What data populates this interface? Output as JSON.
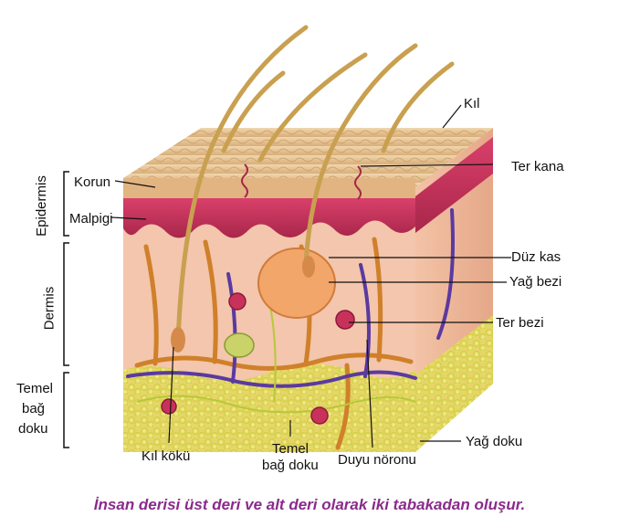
{
  "diagram": {
    "labels_right": {
      "hair": "Kıl",
      "sweat_duct": "Ter kana",
      "smooth_muscle": "Düz kas",
      "sebaceous_gland": "Yağ bezi",
      "sweat_gland": "Ter bezi",
      "fat_tissue": "Yağ doku"
    },
    "labels_left": {
      "stratum_corneum": "Korun",
      "malpighian": "Malpigi",
      "epidermis": "Epidermis",
      "dermis": "Dermis",
      "subcutis_line1": "Temel",
      "subcutis_line2": "bağ",
      "subcutis_line3": "doku"
    },
    "labels_bottom": {
      "hair_root": "Kıl kökü",
      "connective_line1": "Temel",
      "connective_line2": "bağ doku",
      "sensory_neuron": "Duyu nöronu"
    },
    "colors": {
      "epidermis_top": "#e9c79a",
      "malpighi": "#c8325a",
      "dermis": "#f2c2a8",
      "fat": "#e8e45a",
      "nerve": "#5a3aa0",
      "vessel": "#d0802a",
      "caption": "#8a2a8c"
    }
  },
  "caption": "İnsan derisi üst deri ve alt deri olarak iki tabakadan oluşur."
}
